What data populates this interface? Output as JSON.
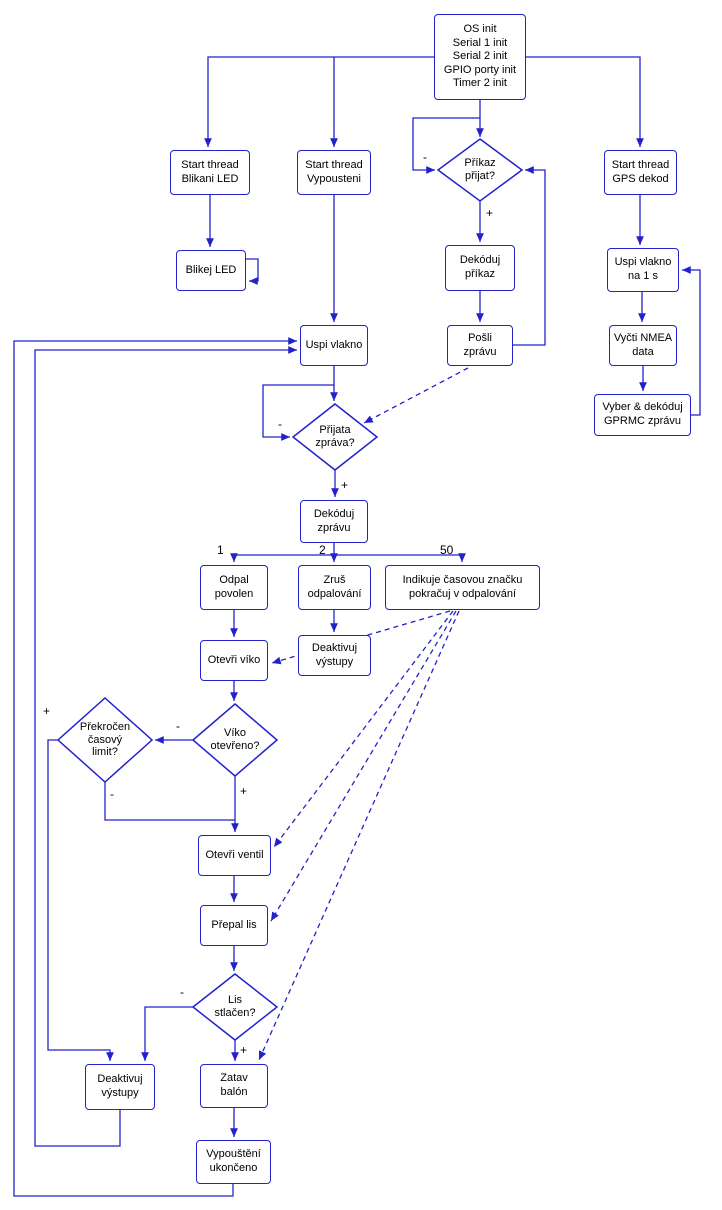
{
  "diagram": {
    "type": "flowchart",
    "colors": {
      "line": "#2222cc",
      "text": "#000000",
      "background": "#ffffff"
    },
    "nodes": {
      "os_init": "OS init\nSerial 1 init\nSerial 2 init\nGPIO porty init\nTimer 2 init",
      "start_thread_blikani": "Start thread\nBlikani LED",
      "start_thread_vypousteni": "Start thread\nVypousteni",
      "start_thread_gps": "Start thread\nGPS dekod",
      "prikaz_prijat": "Příkaz\npřijat?",
      "blikej_led": "Blikej LED",
      "dekoduj_prikaz": "Dekóduj\npříkaz",
      "uspi_vlakno_1s": "Uspi vlakno\nna 1 s",
      "uspi_vlakno": "Uspi vlakno",
      "posli_zpravu": "Pošli\nzprávu",
      "vycti_nmea": "Vyčti NMEA\ndata",
      "vyber_gprmc": "Vyber & dekóduj\nGPRMC zprávu",
      "prijata_zprava": "Přijata\nzpráva?",
      "dekoduj_zpravu": "Dekóduj\nzprávu",
      "odpal_povolen": "Odpal\npovolen",
      "zrus_odpalovani": "Zruš\nodpalování",
      "indikuje": "Indikuje časovou značku\npokračuj v odpalování",
      "otevri_viko": "Otevři víko",
      "deaktivuj_vystupy_b": "Deaktivuj\nvýstupy",
      "viko_otevreno": "Víko\notevřeno?",
      "prekrocen_limit": "Překročen\nčasový\nlimit?",
      "otevri_ventil": "Otevři ventil",
      "prepal_lis": "Přepal lis",
      "lis_stlacen": "Lis\nstlačen?",
      "deaktivuj_vystupy_a": "Deaktivuj\nvýstupy",
      "zatav_balon": "Zatav\nbalón",
      "vypousteni_ukonceno": "Vypouštění\nukončeno"
    },
    "edge_labels": {
      "plus": "+",
      "minus": "-",
      "branch_1": "1",
      "branch_2": "2",
      "branch_50": "50"
    }
  }
}
